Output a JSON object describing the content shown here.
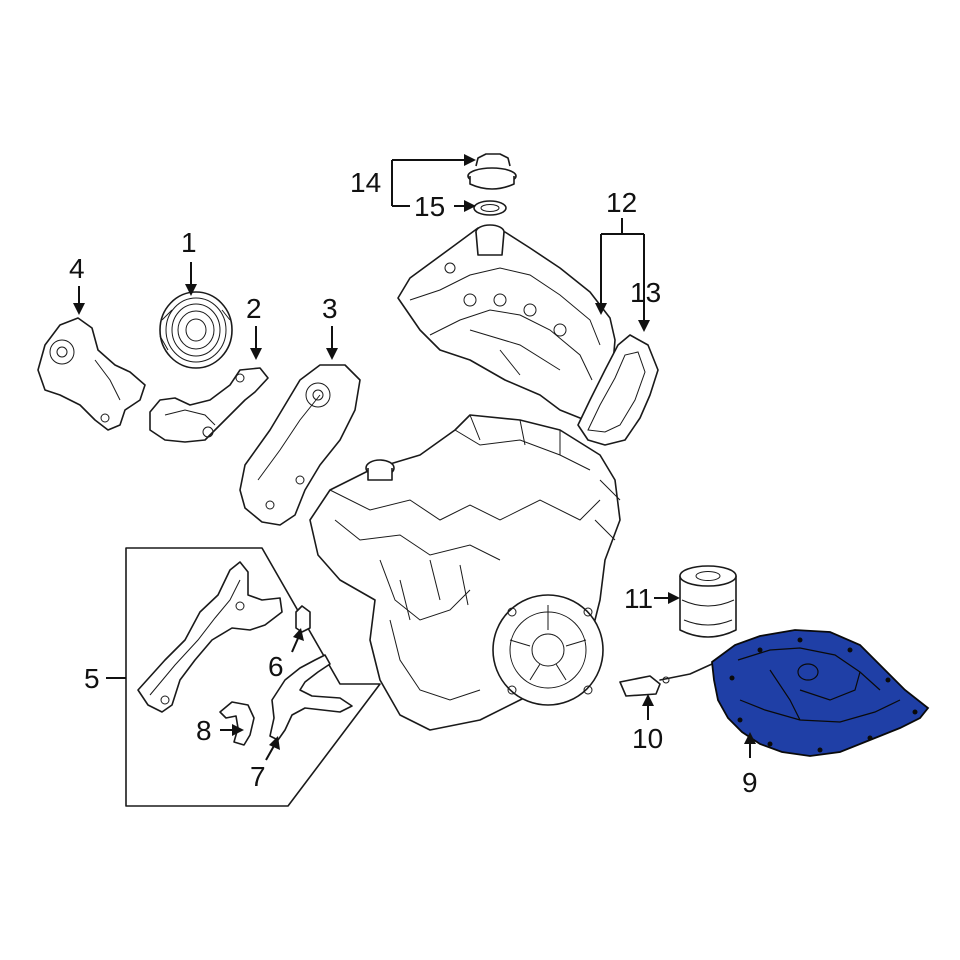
{
  "callouts": {
    "c1": "1",
    "c2": "2",
    "c3": "3",
    "c4": "4",
    "c5": "5",
    "c6": "6",
    "c7": "7",
    "c8": "8",
    "c9": "9",
    "c10": "10",
    "c11": "11",
    "c12": "12",
    "c13": "13",
    "c14": "14",
    "c15": "15"
  },
  "colors": {
    "highlight": "#1f3fa6",
    "line": "#1a1a1a",
    "background": "#ffffff"
  }
}
